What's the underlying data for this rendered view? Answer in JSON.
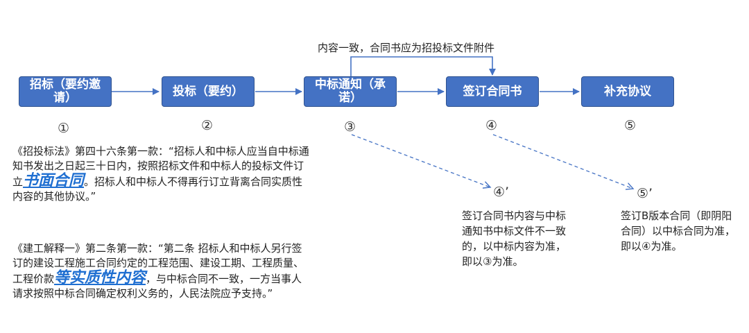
{
  "flow": {
    "top_label": "内容一致，合同书应为招投标文件附件",
    "steps": [
      {
        "label": "招标（要约邀请）",
        "num": "①"
      },
      {
        "label": "投标（要约）",
        "num": "②"
      },
      {
        "label": "中标通知（承诺）",
        "num": "③"
      },
      {
        "label": "签订合同书",
        "num": "④"
      },
      {
        "label": "补充协议",
        "num": "⑤"
      }
    ]
  },
  "para1": {
    "before": "《招投标法》第四十六条第一款：“招标人和中标人应当自中标通知书发出之日起三十日内，按照招标文件和中标人的投标文件订立",
    "emphasis": "书面合同",
    "after": "。招标人和中标人不得再行订立背离合同实质性内容的其他协议。”"
  },
  "para2": {
    "before": "《建工解释一》第二条第一款：“第二条  招标人和中标人另行签订的建设工程施工合同约定的工程范围、建设工期、工程质量、工程价款",
    "emphasis": "等实质性内容",
    "after": "，与中标合同不一致，一方当事人请求按照中标合同确定权利义务的，人民法院应予支持。”"
  },
  "note4": {
    "num": "④’",
    "text": "签订合同书内容与中标通知书中标文件不一致的，以中标内容为准，即以③为准。"
  },
  "note5": {
    "num": "⑤’",
    "text": "签订B版本合同（即阴阳合同）以中标合同为准，即以④为准。"
  },
  "colors": {
    "box": "#4472C4",
    "arrow": "#4472C4",
    "emphasis": "#1f6fd1"
  }
}
